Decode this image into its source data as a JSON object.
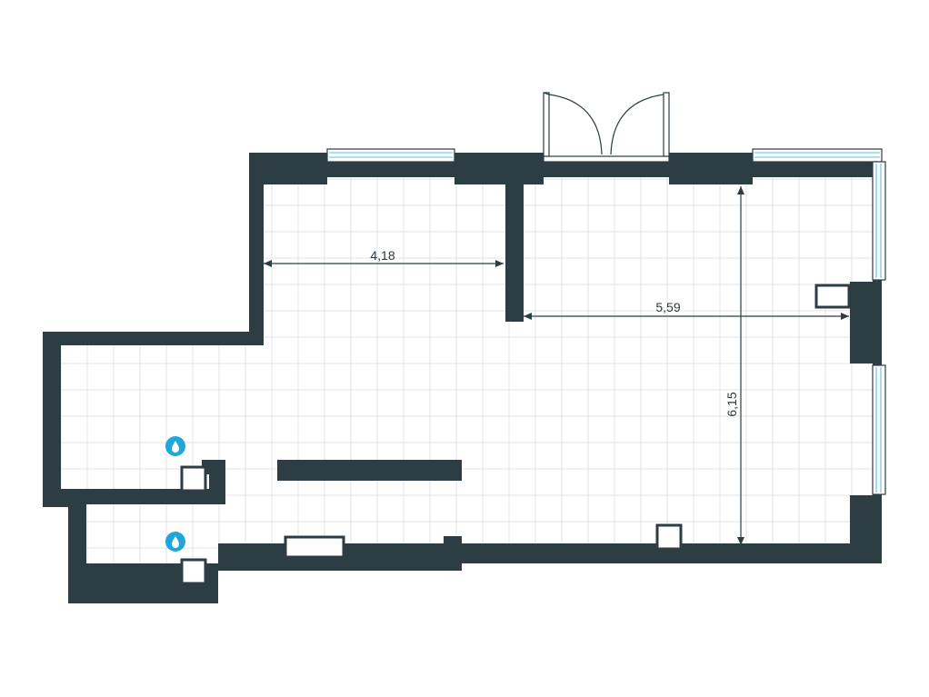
{
  "colors": {
    "wall": "#2c3d44",
    "grid": "#dfe3e6",
    "glass": "#8fd3e8",
    "accent": "#1fa7dc"
  },
  "dimensions": {
    "width_left": "4,18",
    "width_right": "5,59",
    "height_right": "6,15"
  },
  "icons": {
    "water_point": "water-drop-icon"
  }
}
